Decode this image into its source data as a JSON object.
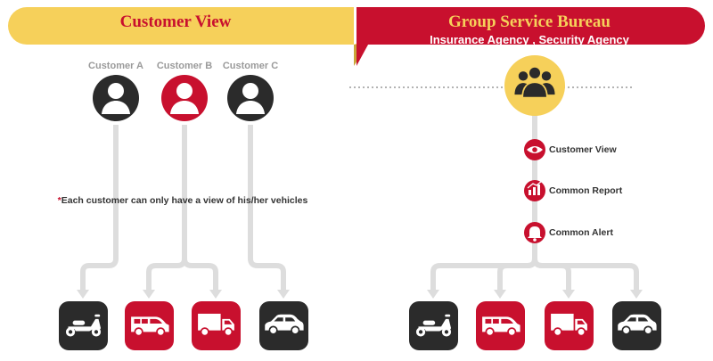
{
  "left_panel": {
    "title": "Customer View",
    "customers": [
      {
        "label": "Customer A",
        "color": "#2b2b2b"
      },
      {
        "label": "Customer B",
        "color": "#c8102e"
      },
      {
        "label": "Customer C",
        "color": "#2b2b2b"
      }
    ],
    "note_star": "*",
    "note_text": "Each customer can only have a view of his/her vehicles",
    "vehicles": [
      {
        "icon": "scooter-icon",
        "color": "#2b2b2b"
      },
      {
        "icon": "van-icon",
        "color": "#c8102e"
      },
      {
        "icon": "truck-icon",
        "color": "#c8102e"
      },
      {
        "icon": "car-icon",
        "color": "#2b2b2b"
      }
    ]
  },
  "right_panel": {
    "title": "Group Service Bureau",
    "subtitle": "Insurance Agency , Security Agency",
    "group_icon": "group-users-icon",
    "features": [
      {
        "label": "Customer View",
        "icon": "eye-icon"
      },
      {
        "label": "Common Report",
        "icon": "report-chart-icon"
      },
      {
        "label": "Common Alert",
        "icon": "bell-icon"
      }
    ],
    "vehicles": [
      {
        "icon": "scooter-icon",
        "color": "#2b2b2b"
      },
      {
        "icon": "van-icon",
        "color": "#c8102e"
      },
      {
        "icon": "truck-icon",
        "color": "#c8102e"
      },
      {
        "icon": "car-icon",
        "color": "#2b2b2b"
      }
    ]
  },
  "colors": {
    "accent_red": "#c8102e",
    "accent_yellow": "#f6d05a",
    "dark": "#2b2b2b",
    "connector_gray": "#dddddd"
  }
}
